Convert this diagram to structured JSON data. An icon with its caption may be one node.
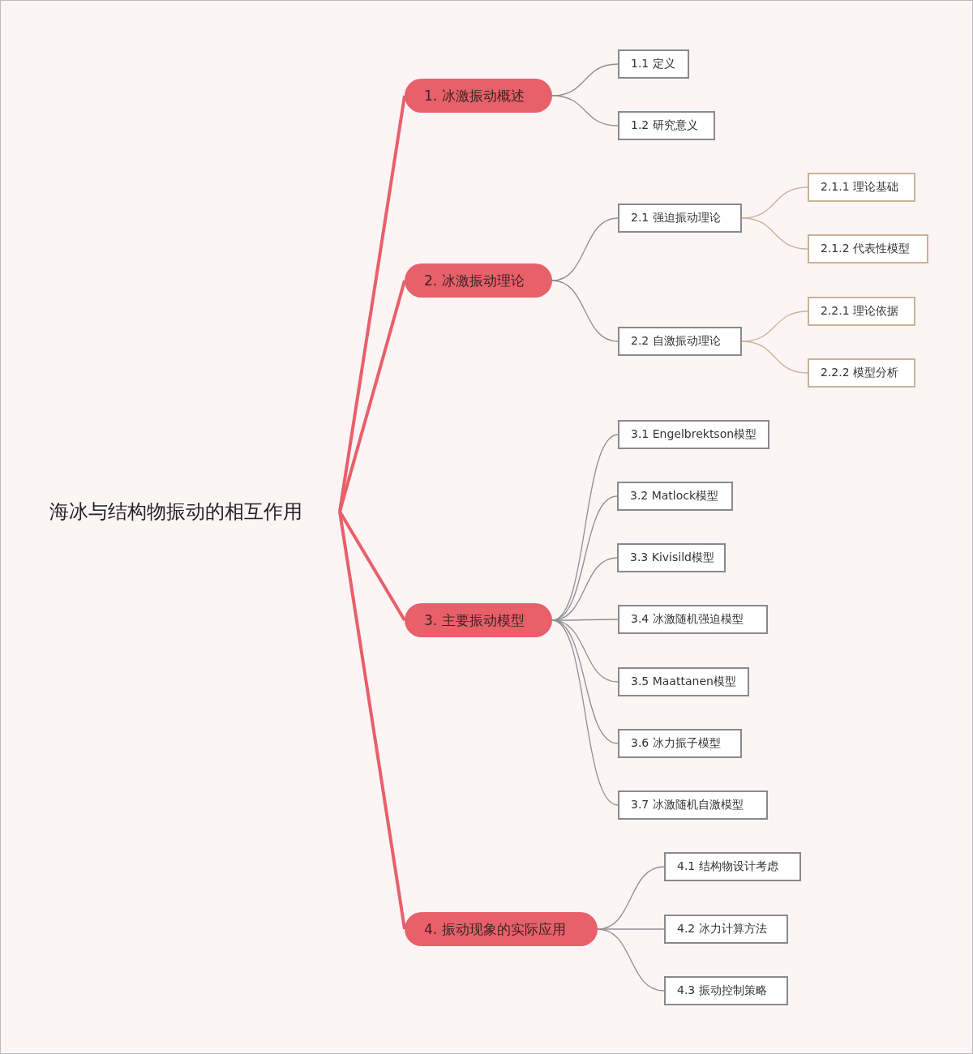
{
  "diagram": {
    "nodes": [
      {
        "text": [
          "海冰与结构物振动的相互作用"
        ]
      },
      {
        "text": [
          "1. 冰激振动概述"
        ]
      },
      {
        "text": [
          "1.1 定义"
        ]
      },
      {
        "text": [
          "1.2 研究意义"
        ]
      },
      {
        "text": [
          "2. 冰激振动理论"
        ]
      },
      {
        "text": [
          "2.1 强迫振动理论"
        ]
      },
      {
        "text": [
          "2.1.1 理论基础"
        ]
      },
      {
        "text": [
          "2.1.2 代表性模型"
        ]
      },
      {
        "text": [
          "2.2 自激振动理论"
        ]
      },
      {
        "text": [
          "2.2.1 理论依据"
        ]
      },
      {
        "text": [
          "2.2.2 模型分析"
        ]
      },
      {
        "text": [
          "3. 主要振动模型"
        ]
      },
      {
        "text": [
          "3.1 Engelbrektson模型"
        ]
      },
      {
        "text": [
          "3.2 Matlock模型"
        ]
      },
      {
        "text": [
          "3.3 Kivisild模型"
        ]
      },
      {
        "text": [
          "3.4 冰激随机强迫模型"
        ]
      },
      {
        "text": [
          "3.5 Maattanen模型"
        ]
      },
      {
        "text": [
          "3.6 冰力振子模型"
        ]
      },
      {
        "text": [
          "3.7 冰激随机自激模型"
        ]
      },
      {
        "text": [
          "4. 振动现象的实际应用"
        ]
      },
      {
        "text": [
          "4.1 结构物设计考虑"
        ]
      },
      {
        "text": [
          "4.2 冰力计算方法"
        ]
      },
      {
        "text": [
          "4.3 振动控制策略"
        ]
      }
    ],
    "edges": [
      {
        "from": 0,
        "to": 1,
        "arrow": "none",
        "style": "thick",
        "color": "#e8606a"
      },
      {
        "from": 0,
        "to": 4,
        "arrow": "none",
        "style": "thick",
        "color": "#e8606a"
      },
      {
        "from": 0,
        "to": 11,
        "arrow": "none",
        "style": "thick",
        "color": "#e8606a"
      },
      {
        "from": 0,
        "to": 19,
        "arrow": "none",
        "style": "thick",
        "color": "#e8606a"
      },
      {
        "from": 1,
        "to": 2,
        "arrow": "none"
      },
      {
        "from": 1,
        "to": 3,
        "arrow": "none"
      },
      {
        "from": 4,
        "to": 5,
        "arrow": "none"
      },
      {
        "from": 4,
        "to": 8,
        "arrow": "none"
      },
      {
        "from": 5,
        "to": 6,
        "arrow": "none",
        "color": "#c8b497"
      },
      {
        "from": 5,
        "to": 7,
        "arrow": "none",
        "color": "#c8b497"
      },
      {
        "from": 8,
        "to": 9,
        "arrow": "none",
        "color": "#c8b497"
      },
      {
        "from": 8,
        "to": 10,
        "arrow": "none",
        "color": "#c8b497"
      },
      {
        "from": 11,
        "to": 12,
        "arrow": "none"
      },
      {
        "from": 11,
        "to": 13,
        "arrow": "none"
      },
      {
        "from": 11,
        "to": 14,
        "arrow": "none"
      },
      {
        "from": 11,
        "to": 15,
        "arrow": "none"
      },
      {
        "from": 11,
        "to": 16,
        "arrow": "none"
      },
      {
        "from": 11,
        "to": 17,
        "arrow": "none"
      },
      {
        "from": 11,
        "to": 18,
        "arrow": "none"
      },
      {
        "from": 19,
        "to": 20,
        "arrow": "none"
      },
      {
        "from": 19,
        "to": 21,
        "arrow": "none"
      },
      {
        "from": 19,
        "to": 22,
        "arrow": "none"
      }
    ]
  }
}
